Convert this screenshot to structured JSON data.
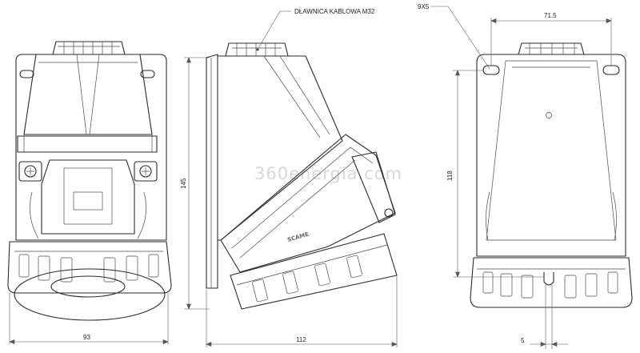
{
  "labels": {
    "cable_gland": "DŁAWNICA KABLOWA M32",
    "hole_spec": "9X5",
    "brand": "SCAME",
    "watermark": "360energia.com"
  },
  "dimensions": {
    "front_width": "93",
    "front_height": "145",
    "side_depth": "112",
    "back_hole_spacing": "71.5",
    "back_hole_height": "118",
    "back_slot_width": "5"
  }
}
